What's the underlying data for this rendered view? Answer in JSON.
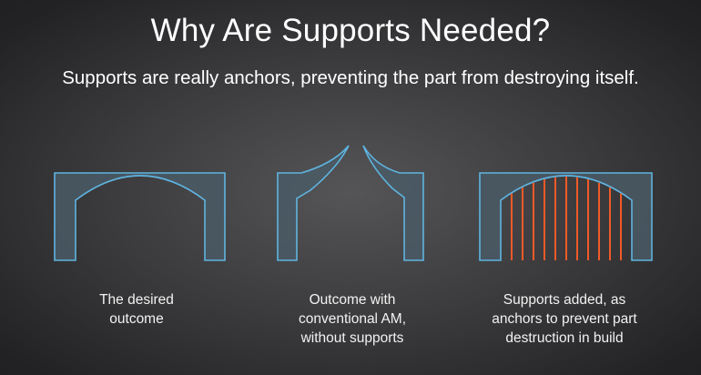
{
  "title": "Why Are Supports Needed?",
  "subtitle": "Supports are really anchors, preventing the part from destroying itself.",
  "panels": [
    {
      "caption_lines": [
        "The desired",
        "outcome"
      ]
    },
    {
      "caption_lines": [
        "Outcome with",
        "conventional AM,",
        "without supports"
      ]
    },
    {
      "caption_lines": [
        "Supports added, as",
        "anchors to prevent part",
        "destruction in build"
      ]
    }
  ],
  "colors": {
    "part_outline": "#5fb4e0",
    "part_fill": "#4a5a66",
    "support_line": "#f05a28",
    "text": "#ffffff"
  }
}
